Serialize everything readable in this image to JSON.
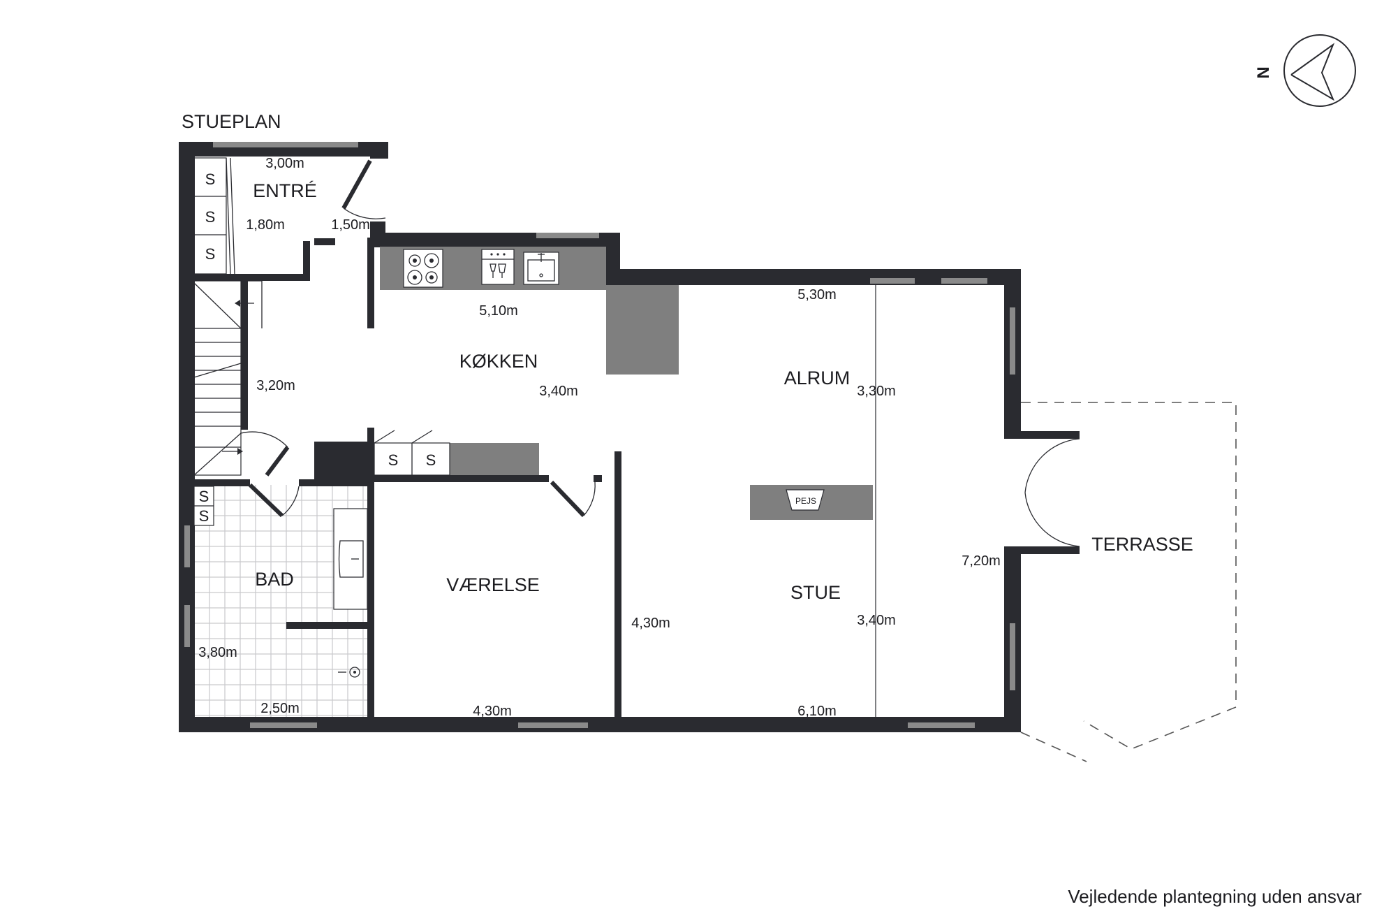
{
  "plan": {
    "title": "STUEPLAN",
    "disclaimer": "Vejledende plantegning uden ansvar",
    "compass_letter": "N"
  },
  "rooms": {
    "entre": "ENTRÉ",
    "kokken": "KØKKEN",
    "alrum": "ALRUM",
    "bad": "BAD",
    "vaerelse": "VÆRELSE",
    "stue": "STUE",
    "terrasse": "TERRASSE",
    "pejs": "PEJS"
  },
  "dimensions": {
    "entre_width": "3,00m",
    "entre_depth": "1,80m",
    "entre_side": "1,50m",
    "kitchen_counter": "5,10m",
    "stair_height": "3,20m",
    "kitchen_depth": "3,40m",
    "alrum_width": "5,30m",
    "alrum_depth": "3,30m",
    "stue_depth": "3,40m",
    "stue_total": "7,20m",
    "vaerelse_height": "4,30m",
    "vaerelse_width": "4,30m",
    "stue_width": "6,10m",
    "bad_height": "3,80m",
    "bad_width": "2,50m"
  },
  "closets": {
    "entre": [
      "S",
      "S",
      "S"
    ],
    "kitchen": [
      "S",
      "S"
    ],
    "bad": [
      "S",
      "S"
    ]
  },
  "colors": {
    "wall": "#2a2b30",
    "window": "#8a8a8a",
    "counter": "#7f7f7f"
  }
}
